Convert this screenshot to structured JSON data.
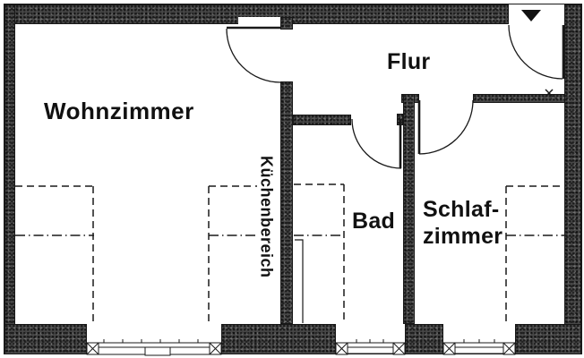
{
  "floor_plan": {
    "labels": {
      "wohnzimmer": "Wohnzimmer",
      "flur": "Flur",
      "kuechenbereich": "Küchenbereich",
      "bad": "Bad",
      "schlafzimmer_line1": "Schlaf-",
      "schlafzimmer_line2": "zimmer"
    },
    "colors": {
      "wall_fill": "#474747",
      "line": "#1a1a1a",
      "background": "#ffffff",
      "text": "#111111"
    },
    "icons": [
      {
        "name": "entrance-arrow-icon",
        "meaning": "entrance direction marker (black triangle pointing down)"
      },
      {
        "name": "window-post-icon",
        "meaning": "window frame post (crossed square)"
      }
    ]
  }
}
